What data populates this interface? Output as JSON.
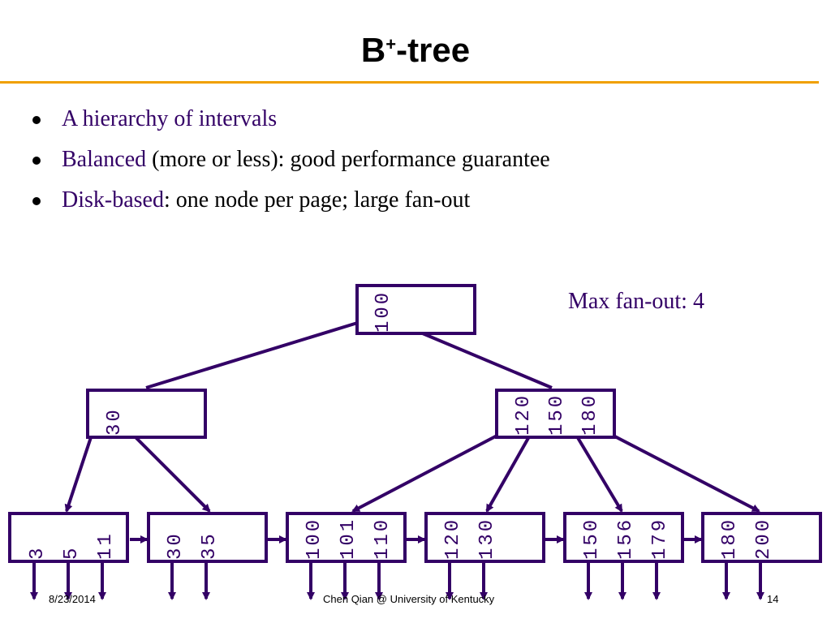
{
  "title": {
    "main": "B",
    "sup": "+",
    "suffix": "-tree"
  },
  "bullets": [
    {
      "highlight": "A hierarchy of intervals",
      "rest": ""
    },
    {
      "highlight": "Balanced",
      "rest": " (more or less): good performance guarantee"
    },
    {
      "highlight": "Disk-based",
      "rest": ": one node per page; large fan-out"
    }
  ],
  "annotation": "Max fan-out: 4",
  "tree": {
    "root": [
      "100"
    ],
    "internal": [
      [
        "30"
      ],
      [
        "120",
        "150",
        "180"
      ]
    ],
    "leaves": [
      [
        "3",
        "5",
        "11"
      ],
      [
        "30",
        "35"
      ],
      [
        "100",
        "101",
        "110"
      ],
      [
        "120",
        "130"
      ],
      [
        "150",
        "156",
        "179"
      ],
      [
        "180",
        "200"
      ]
    ]
  },
  "colors": {
    "node_stroke": "#330066",
    "accent_rule": "#f0a000",
    "text_highlight": "#330066"
  },
  "footer": {
    "date": "8/23/2014",
    "center": "Chen Qian @ University of Kentucky",
    "page": "14"
  }
}
